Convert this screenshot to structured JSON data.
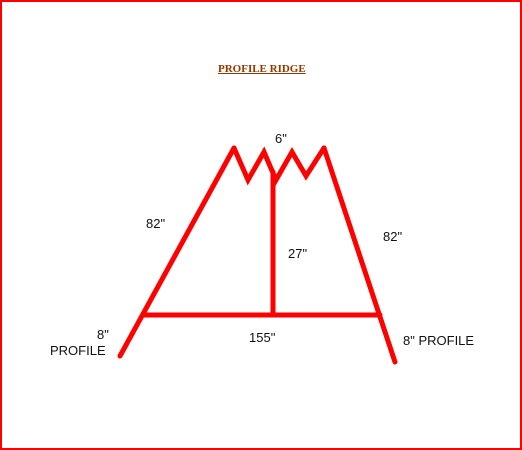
{
  "diagram": {
    "title": "PROFILE  RIDGE",
    "labels": {
      "top_width": "6\"",
      "left_side": "82\"",
      "right_side": "82\"",
      "height": "27\"",
      "base": "155\"",
      "left_profile_size": "8\"",
      "left_profile_word": "PROFILE",
      "right_profile": "8\"  PROFILE"
    }
  },
  "colors": {
    "frame_border": "#ff0000",
    "lines": "#ff0000",
    "title": "#8b3a00",
    "text": "#111111"
  }
}
